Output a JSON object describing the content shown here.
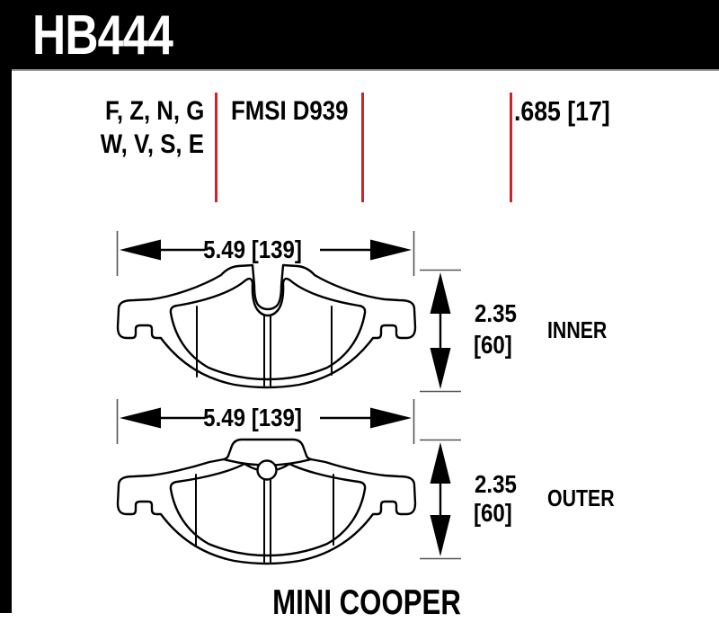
{
  "part": {
    "number": "HB444"
  },
  "specs": {
    "compounds_line1": "F, Z, N, G",
    "compounds_line2": "W, V, S, E",
    "fmsi_code": "FMSI D939",
    "pad_thickness": ".685 [17]"
  },
  "inner_pad": {
    "width_dim": "5.49 [139]",
    "height_in": "2.35",
    "height_mm": "[60]",
    "label": "INNER"
  },
  "outer_pad": {
    "width_dim": "5.49 [139]",
    "height_in": "2.35",
    "height_mm": "[60]",
    "label": "OUTER"
  },
  "application": {
    "vehicle": "MINI COOPER"
  },
  "colors": {
    "divider_red": "#cf2329",
    "bar_black": "#000000",
    "tick_gray": "#555555"
  }
}
